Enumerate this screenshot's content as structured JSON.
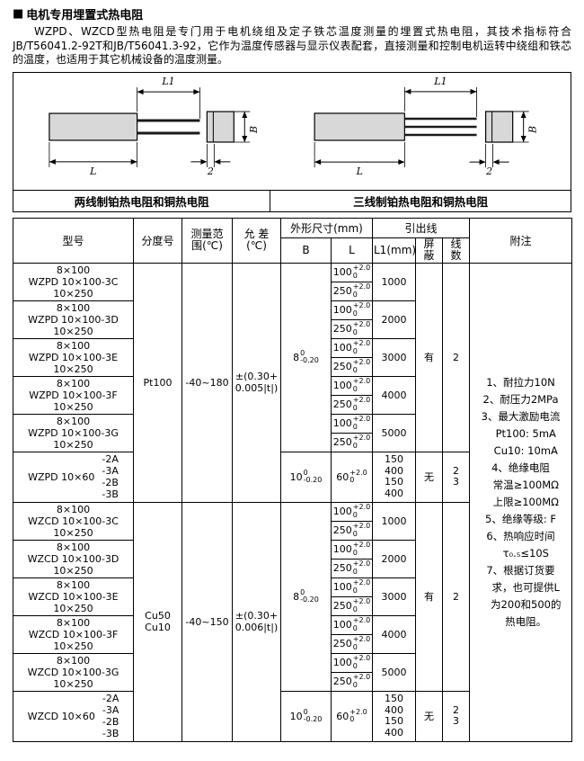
{
  "page": {
    "bullet": "■",
    "title": "电机专用埋置式热电阻",
    "intro": "WZPD、WZCD型热电阻是专门用于电机绕组及定子铁芯温度测量的埋置式热电阻，其技术指标符合JB/T56041.2-92T和JB/T56041.3-92，它作为温度传感器与显示仪表配套，直接测量和控制电机运转中绕组和铁芯的温度，也适用于其它机械设备的温度测量。"
  },
  "figure": {
    "left_caption": "两线制铂热电阻和铜热电阻",
    "right_caption": "三线制铂热电阻和铜热电阻",
    "labels": {
      "l1": "L1",
      "l": "L",
      "b": "B",
      "two": "2"
    },
    "colors": {
      "body_fill": "#d8d8d8",
      "line": "#000000"
    }
  },
  "table": {
    "headers": {
      "model": "型号",
      "graduation": "分度号",
      "range": "测量范\n围(℃)",
      "tolerance": "允 差\n(℃)",
      "dimensions": "外形尺寸(mm)",
      "b": "B",
      "l": "L",
      "leads": "引出线",
      "l1": "L1(mm)",
      "shield": "屏\n蔽",
      "wires": "线\n数",
      "notes": "附注"
    },
    "l_tolerance": {
      "sup": "+2.0",
      "sub": "0"
    },
    "sections": [
      {
        "graduation": "Pt100",
        "range": "-40~180",
        "tolerance": "±(0.30+\n0.005|t|)",
        "b": {
          "main": "8",
          "sup": "0",
          "sub": "-0.20"
        },
        "shield": "有",
        "wires": "2",
        "rows": [
          {
            "model": "8×100\nWZPD 10×100-3C\n10×250",
            "l_values": [
              "100",
              "250"
            ],
            "l1": "1000"
          },
          {
            "model": "8×100\nWZPD 10×100-3D\n10×250",
            "l_values": [
              "100",
              "250"
            ],
            "l1": "2000"
          },
          {
            "model": "8×100\nWZPD 10×100-3E\n10×250",
            "l_values": [
              "100",
              "250"
            ],
            "l1": "3000"
          },
          {
            "model": "8×100\nWZPD 10×100-3F\n10×250",
            "l_values": [
              "100",
              "250"
            ],
            "l1": "4000"
          },
          {
            "model": "8×100\nWZPD 10×100-3G\n10×250",
            "l_values": [
              "100",
              "250"
            ],
            "l1": "5000"
          }
        ],
        "special": {
          "model": "WZPD 10×60",
          "suffixes": [
            "-2A",
            "-3A",
            "-2B",
            "-3B"
          ],
          "b": {
            "main": "10",
            "sup": "0",
            "sub": "-0.20"
          },
          "l_value": "60",
          "l1": [
            "150",
            "400",
            "150",
            "400"
          ],
          "shield": "无",
          "wires": [
            "2",
            "3"
          ]
        }
      },
      {
        "graduation": "Cu50\nCu10",
        "range": "-40~150",
        "tolerance": "±(0.30+\n0.006|t|)",
        "b": {
          "main": "8",
          "sup": "0",
          "sub": "-0.20"
        },
        "shield": "有",
        "wires": "2",
        "rows": [
          {
            "model": "8×100\nWZCD 10×100-3C\n10×250",
            "l_values": [
              "100",
              "250"
            ],
            "l1": "1000"
          },
          {
            "model": "8×100\nWZCD 10×100-3D\n10×250",
            "l_values": [
              "100",
              "250"
            ],
            "l1": "2000"
          },
          {
            "model": "8×100\nWZCD 10×100-3E\n10×250",
            "l_values": [
              "100",
              "250"
            ],
            "l1": "3000"
          },
          {
            "model": "8×100\nWZCD 10×100-3F\n10×250",
            "l_values": [
              "100",
              "250"
            ],
            "l1": "4000"
          },
          {
            "model": "8×100\nWZCD 10×100-3G\n10×250",
            "l_values": [
              "100",
              "250"
            ],
            "l1": "5000"
          }
        ],
        "special": {
          "model": "WZCD 10×60",
          "suffixes": [
            "-2A",
            "-3A",
            "-2B",
            "-3B"
          ],
          "b": {
            "main": "10",
            "sup": "0",
            "sub": "-0.20"
          },
          "l_value": "60",
          "l1": [
            "150",
            "400",
            "150",
            "400"
          ],
          "shield": "无",
          "wires": [
            "2",
            "3"
          ]
        }
      }
    ],
    "notes_lines": [
      "1、耐拉力10N",
      "2、耐压力2MPa",
      "3、最大激励电流",
      "　Pt100: 5mA",
      "　Cu10: 10mA",
      "4、绝缘电阻",
      "　常温≥100MΩ",
      "　上限≥100MΩ",
      "5、绝缘等级: F",
      "6、热响应时间",
      "　τ₀.₅≤10S",
      "7、根据订货要",
      "　求，也可提供L",
      "　为200和500的",
      "　热电阻。"
    ]
  }
}
